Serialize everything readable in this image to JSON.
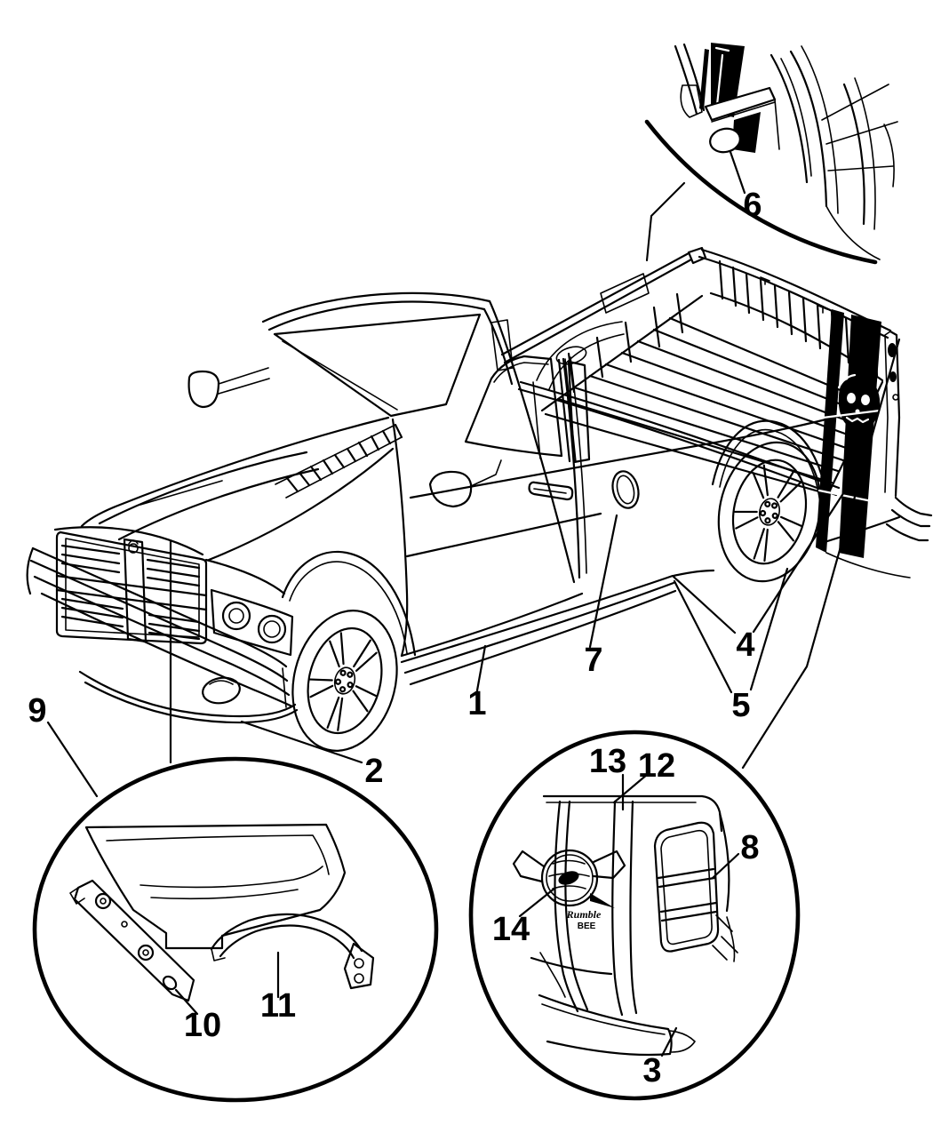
{
  "figure": {
    "kind": "vehicle parts line-art diagram",
    "subject": "pickup truck body stripes, moldings and hood scoop parts",
    "background_color": "#ffffff",
    "line_color": "#000000"
  },
  "callouts": [
    {
      "id": "callout-1",
      "label": "1"
    },
    {
      "id": "callout-2",
      "label": "2"
    },
    {
      "id": "callout-3",
      "label": "3"
    },
    {
      "id": "callout-4",
      "label": "4"
    },
    {
      "id": "callout-5",
      "label": "5"
    },
    {
      "id": "callout-6",
      "label": "6"
    },
    {
      "id": "callout-7",
      "label": "7"
    },
    {
      "id": "callout-8",
      "label": "8"
    },
    {
      "id": "callout-9",
      "label": "9"
    },
    {
      "id": "callout-10",
      "label": "10"
    },
    {
      "id": "callout-11",
      "label": "11"
    },
    {
      "id": "callout-12",
      "label": "12"
    },
    {
      "id": "callout-13",
      "label": "13"
    },
    {
      "id": "callout-14",
      "label": "14"
    }
  ],
  "emblem": {
    "line1": "Rumble",
    "line2": "BEE"
  }
}
